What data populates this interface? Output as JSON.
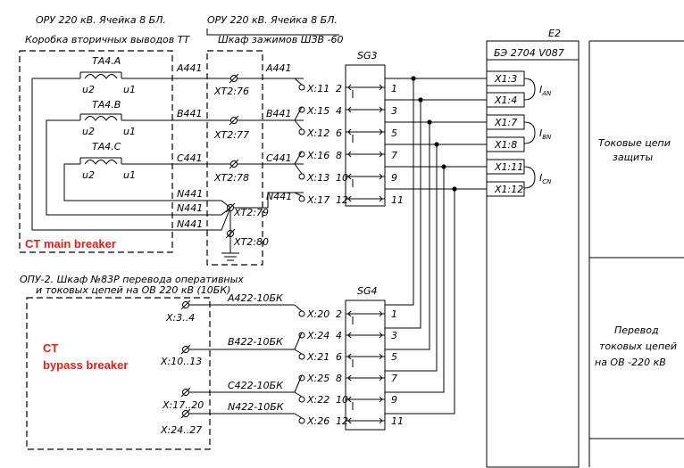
{
  "box1": {
    "title1": "ОРУ 220 кВ. Ячейка 8 БЛ.",
    "title2": "Коробка вторичных выводов ТТ",
    "red": "CT main breaker"
  },
  "box2": {
    "title1": "ОРУ 220 кВ. Ячейка 8 БЛ.",
    "title2": "Шкаф зажимов ШЗВ -60"
  },
  "box3": {
    "title1": "ОПУ-2. Шкаф №83Р перевода оперативных",
    "title2": "и токовых цепей на ОВ 220 кВ (10БК)",
    "red1": "CT",
    "red2": "bypass breaker"
  },
  "ct": [
    {
      "name": "ТА4.А",
      "u2": "u2",
      "u1": "u1"
    },
    {
      "name": "ТА4.В",
      "u2": "u2",
      "u1": "u1"
    },
    {
      "name": "ТА4.С",
      "u2": "u2",
      "u1": "u1"
    }
  ],
  "wires_top": [
    "A441",
    "B441",
    "C441",
    "N441",
    "N441",
    "N441"
  ],
  "xt2": [
    "XT2:76",
    "XT2:77",
    "XT2:78",
    "XT2:79",
    "XT2:80"
  ],
  "wires_mid": [
    "A441",
    "B441",
    "C441",
    "N441"
  ],
  "sg3": {
    "name": "SG3",
    "left": [
      "X:11",
      "X:15",
      "X:12",
      "X:16",
      "X:13",
      "X:17"
    ],
    "leftnum": [
      "2",
      "4",
      "6",
      "8",
      "10",
      "12"
    ],
    "right": [
      "1",
      "3",
      "5",
      "7",
      "9",
      "11"
    ]
  },
  "sg4": {
    "name": "SG4",
    "left": [
      "X:20",
      "X:24",
      "X:21",
      "X:25",
      "X:22",
      "X:26"
    ],
    "leftnum": [
      "2",
      "4",
      "6",
      "8",
      "10",
      "12"
    ],
    "right": [
      "1",
      "3",
      "5",
      "7",
      "9",
      "11"
    ]
  },
  "bot_terms": [
    "X:3..4",
    "X:10..13",
    "X:17..20",
    "X:24..27"
  ],
  "bot_wires": [
    "A422-10БК",
    "B422-10БК",
    "C422-10БК",
    "N422-10БК"
  ],
  "e2": {
    "name": "E2",
    "device": "БЭ 2704 V087",
    "terms": [
      "X1:3",
      "X1:4",
      "X1:7",
      "X1:8",
      "X1:11",
      "X1:12"
    ],
    "i": [
      "I",
      "I",
      "I"
    ],
    "isub": [
      "AN",
      "BN",
      "CN"
    ]
  },
  "side": {
    "r1a": "Токовые цепи",
    "r1b": "защиты",
    "r2a": "Перевод",
    "r2b": "токовых цепей",
    "r2c": "на ОВ -220 кВ"
  }
}
